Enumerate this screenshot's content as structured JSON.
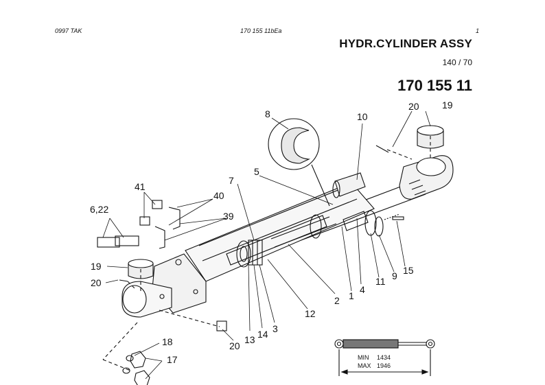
{
  "header": {
    "left": "0997   TAK",
    "center": "170 155 11bEa",
    "right": "1"
  },
  "title": "HYDR.CYLINDER ASSY",
  "subtitle": "140 / 70",
  "part_number": "170 155 11",
  "callouts": [
    "8",
    "10",
    "20",
    "19",
    "5",
    "7",
    "41",
    "40",
    "6,22",
    "39",
    "19",
    "20",
    "2",
    "1",
    "4",
    "11",
    "9",
    "15",
    "12",
    "13",
    "14",
    "3",
    "20",
    "18",
    "17"
  ],
  "dimension": {
    "min_label": "MIN",
    "min_value": "1434",
    "max_label": "MAX",
    "max_value": "1946"
  }
}
